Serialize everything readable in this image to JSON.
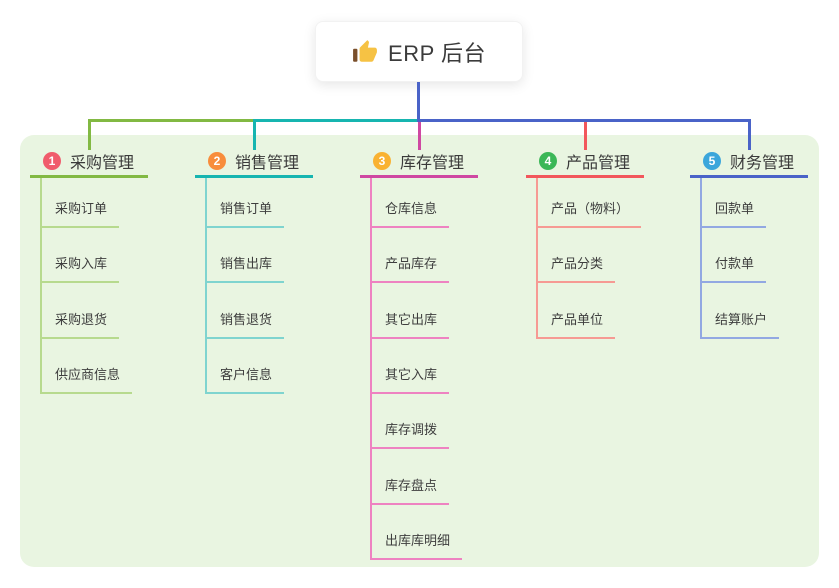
{
  "root": {
    "title": "ERP 后台",
    "icon": "thumbs-up-icon"
  },
  "branches": [
    {
      "num": "1",
      "label": "采购管理",
      "colors": {
        "main": "#82b943",
        "circle": "#f05c6c",
        "child": "#b7da8e"
      },
      "children": [
        "采购订单",
        "采购入库",
        "采购退货",
        "供应商信息"
      ]
    },
    {
      "num": "2",
      "label": "销售管理",
      "colors": {
        "main": "#17b5b0",
        "circle": "#f88d3c",
        "child": "#7fd4cf"
      },
      "children": [
        "销售订单",
        "销售出库",
        "销售退货",
        "客户信息"
      ]
    },
    {
      "num": "3",
      "label": "库存管理",
      "colors": {
        "main": "#cf48a2",
        "circle": "#f9b232",
        "child": "#ee82c1"
      },
      "children": [
        "仓库信息",
        "产品库存",
        "其它出库",
        "其它入库",
        "库存调拨",
        "库存盘点",
        "出库库明细"
      ]
    },
    {
      "num": "4",
      "label": "产品管理",
      "colors": {
        "main": "#f2575c",
        "circle": "#3bb757",
        "child": "#f69a93"
      },
      "children": [
        "产品（物料）",
        "产品分类",
        "产品单位"
      ]
    },
    {
      "num": "5",
      "label": "财务管理",
      "colors": {
        "main": "#4a63c8",
        "circle": "#3ba6db",
        "child": "#92a8e2"
      },
      "children": [
        "回款单",
        "付款单",
        "结算账户"
      ]
    }
  ],
  "colors": {
    "panel_bg": "#e9f5e1",
    "root_connector": "#4a63c8",
    "text": "#3b3b3b"
  }
}
